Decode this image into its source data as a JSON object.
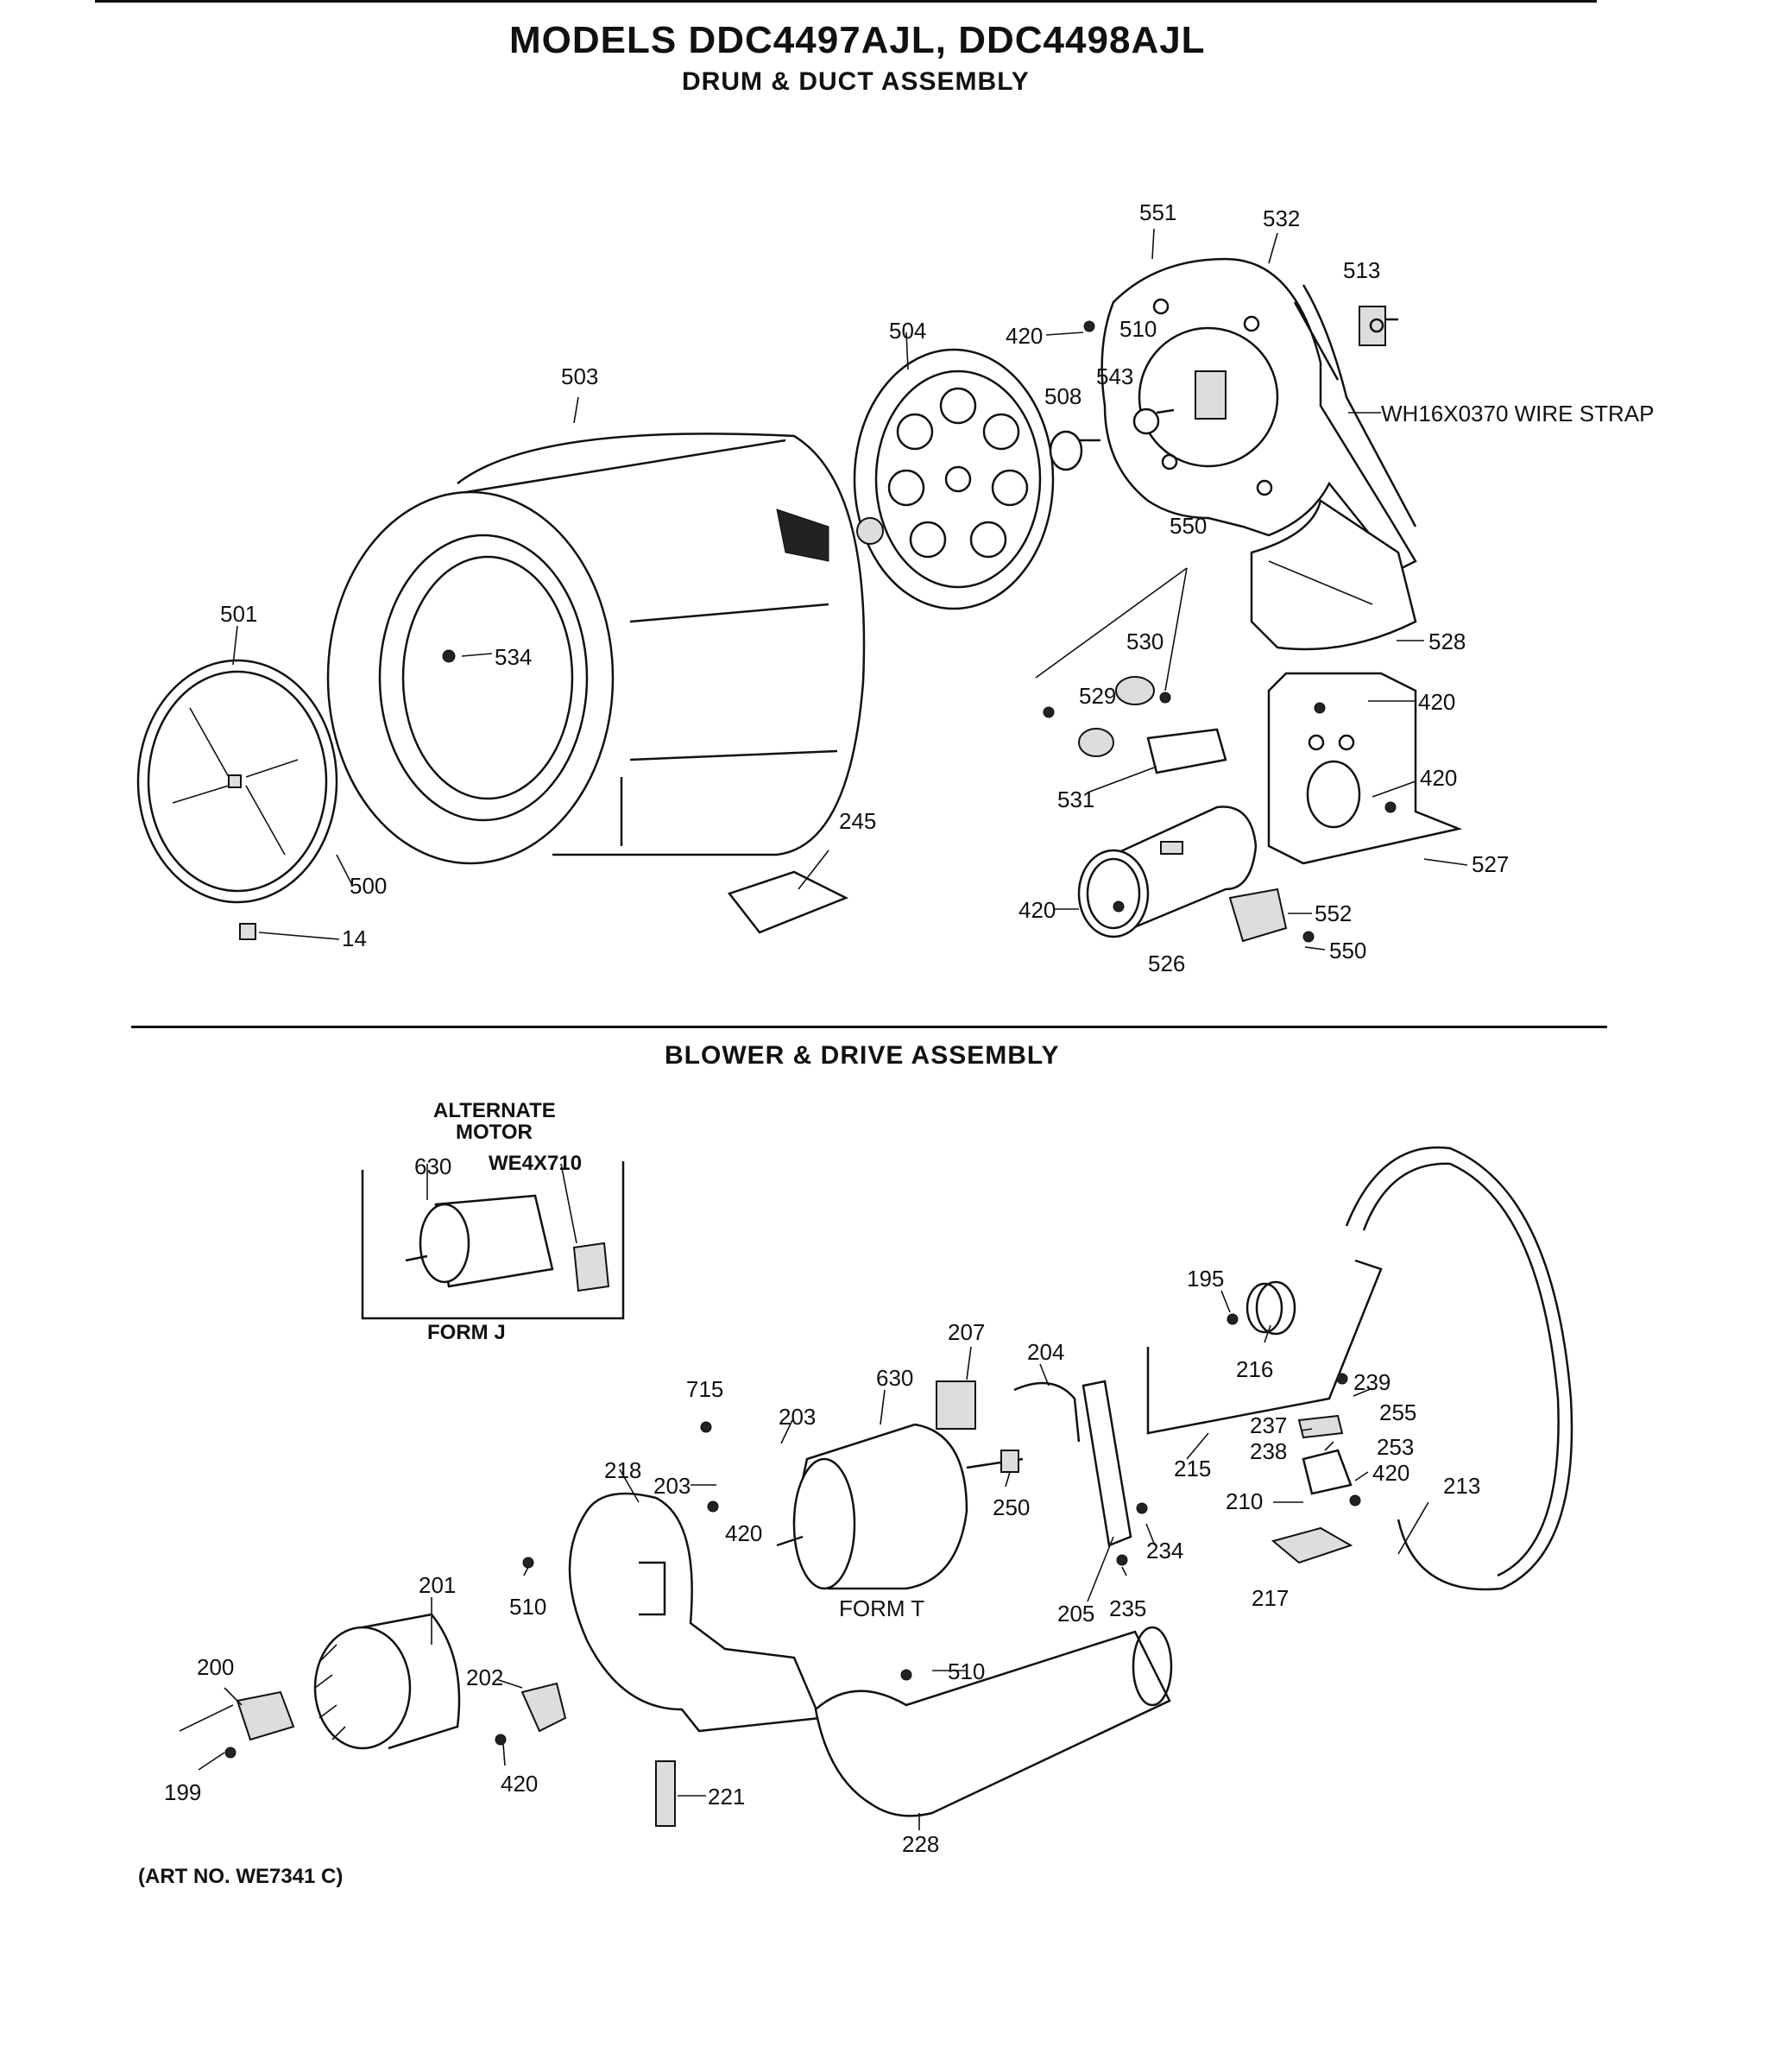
{
  "header": {
    "title": "MODELS DDC4497AJL, DDC4498AJL",
    "subtitle": "DRUM & DUCT ASSEMBLY"
  },
  "section2": {
    "title": "BLOWER & DRIVE ASSEMBLY"
  },
  "inset": {
    "title_line1": "ALTERNATE",
    "title_line2": "MOTOR",
    "part_630": "630",
    "part_we": "WE4X710",
    "caption": "FORM J"
  },
  "form_t": "FORM T",
  "art_no": "(ART NO. WE7341 C)",
  "drum_labels": {
    "p551": "551",
    "p532": "532",
    "p513": "513",
    "p420a": "420",
    "p510": "510",
    "p504": "504",
    "p543": "543",
    "p508": "508",
    "p503": "503",
    "wire_strap": "WH16X0370 WIRE STRAP",
    "p550a": "550",
    "p501": "501",
    "p534": "534",
    "p530": "530",
    "p528": "528",
    "p529": "529",
    "p420b": "420",
    "p531": "531",
    "p420c": "420",
    "p245": "245",
    "p527": "527",
    "p500": "500",
    "p420d": "420",
    "p552": "552",
    "p14": "14",
    "p550b": "550",
    "p526": "526"
  },
  "blower_labels": {
    "p207": "207",
    "p204": "204",
    "p195": "195",
    "p715": "715",
    "p630": "630",
    "p203a": "203",
    "p216": "216",
    "p239": "239",
    "p255": "255",
    "p237": "237",
    "p253": "253",
    "p238": "238",
    "p218": "218",
    "p203b": "203",
    "p250": "250",
    "p215": "215",
    "p420a": "420",
    "p213": "213",
    "p210": "210",
    "p420b": "420",
    "p234": "234",
    "p201": "201",
    "p510a": "510",
    "p205": "205",
    "p235": "235",
    "p217": "217",
    "p200": "200",
    "p202": "202",
    "p510b": "510",
    "p199": "199",
    "p420c": "420",
    "p221": "221",
    "p228": "228"
  }
}
